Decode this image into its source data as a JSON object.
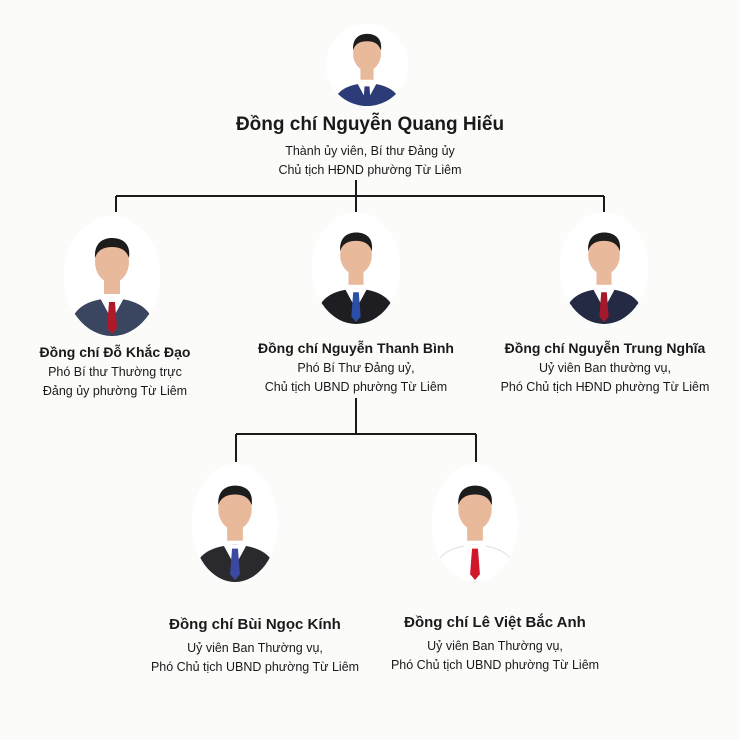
{
  "people": {
    "head": {
      "name": "Đồng chí Nguyễn Quang Hiếu",
      "roles": [
        "Thành ủy viên, Bí thư Đảng ủy",
        "Chủ tịch HĐND phường Từ Liêm"
      ],
      "suit_color": "#2b3c78",
      "tie_color": "#2b3c78"
    },
    "left": {
      "name": "Đồng chí  Đỗ Khắc Đạo",
      "roles": [
        "Phó Bí thư Thường trực",
        "Đảng ủy  phường Từ Liêm"
      ],
      "suit_color": "#3a4660",
      "tie_color": "#b0192a"
    },
    "center": {
      "name": "Đồng chí Nguyễn Thanh Bình",
      "roles": [
        "Phó Bí Thư Đảng uỷ,",
        "Chủ tịch UBND phường Từ Liêm"
      ],
      "suit_color": "#1e1e22",
      "tie_color": "#2b4fa8"
    },
    "right": {
      "name": "Đồng chí Nguyễn Trung Nghĩa",
      "roles": [
        "Uỷ viên Ban thường vụ,",
        "Phó Chủ tịch HĐND phường Từ Liêm"
      ],
      "suit_color": "#252a44",
      "tie_color": "#a3182a"
    },
    "bottom_left": {
      "name": "Đồng chí Bùi Ngọc Kính",
      "roles": [
        "Uỷ viên Ban Thường vụ,",
        "Phó Chủ tịch UBND phường Từ Liêm"
      ],
      "suit_color": "#2a2a2e",
      "tie_color": "#3b4aa0"
    },
    "bottom_right": {
      "name": "Đồng chí Lê Việt Bắc Anh",
      "roles": [
        "Uỷ viên Ban Thường vụ,",
        "Phó Chủ tịch UBND phường Từ Liêm"
      ],
      "suit_color": "#ffffff",
      "tie_color": "#d0182a"
    }
  },
  "colors": {
    "line": "#1a1a1a",
    "skin": "#e9b99b",
    "hair": "#1c1c1c",
    "shirt": "#ffffff"
  }
}
